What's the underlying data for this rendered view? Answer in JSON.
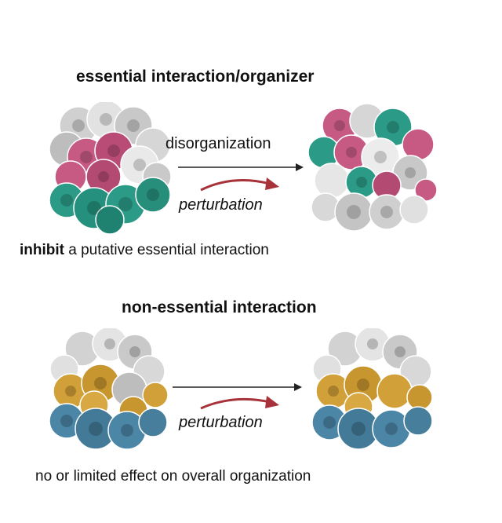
{
  "panel_top": {
    "title": "essential interaction/organizer",
    "arrow_label": "disorganization",
    "perturbation_label": "perturbation",
    "caption_bold": "inhibit",
    "caption_rest": " a putative essential interaction"
  },
  "panel_bottom": {
    "title": "non-essential interaction",
    "perturbation_label": "perturbation",
    "caption": "no or limited effect on overall organization"
  },
  "colors": {
    "gray_light": "#e6e6e6",
    "gray": "#c4c4c4",
    "gray_dark": "#9e9e9e",
    "magenta": "#c65a83",
    "magenta_dark": "#9e3d62",
    "teal": "#2b9a86",
    "teal_dark": "#1a6d5e",
    "gold": "#d2a038",
    "gold_dark": "#a97a1e",
    "steel_blue": "#4c86a6",
    "steel_blue_dark": "#2f617c",
    "arrow_red": "#a8323a",
    "arrow_black": "#222222"
  }
}
